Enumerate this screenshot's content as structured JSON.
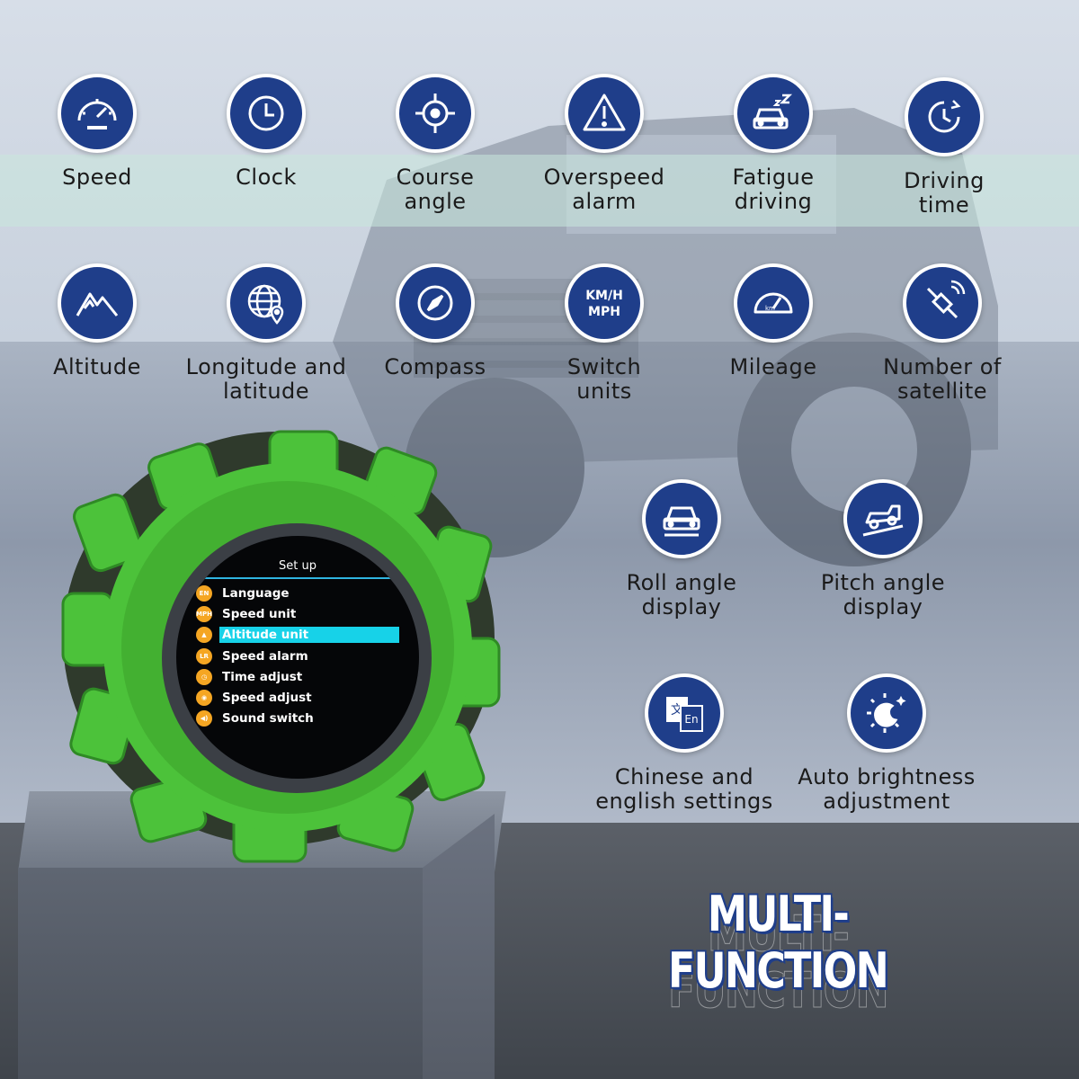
{
  "features": [
    {
      "id": "speed",
      "label": "Speed",
      "icon": "speedometer-icon"
    },
    {
      "id": "clock",
      "label": "Clock",
      "icon": "clock-icon"
    },
    {
      "id": "course-angle",
      "label": "Course\nangle",
      "icon": "crosshair-icon"
    },
    {
      "id": "overspeed-alarm",
      "label": "Overspeed\nalarm",
      "icon": "warning-icon"
    },
    {
      "id": "fatigue-driving",
      "label": "Fatigue\ndriving",
      "icon": "sleeping-car-icon"
    },
    {
      "id": "driving-time",
      "label": "Driving\ntime",
      "icon": "timer-icon"
    },
    {
      "id": "altitude",
      "label": "Altitude",
      "icon": "mountain-icon"
    },
    {
      "id": "longitude-latitude",
      "label": "Longitude and\nlatitude",
      "icon": "globe-pin-icon"
    },
    {
      "id": "compass",
      "label": "Compass",
      "icon": "compass-icon"
    },
    {
      "id": "switch-units",
      "label": "Switch\nunits",
      "icon": "units-icon",
      "icon_text": [
        "KM/H",
        "MPH"
      ]
    },
    {
      "id": "mileage",
      "label": "Mileage",
      "icon": "odometer-icon",
      "icon_text": [
        "km"
      ]
    },
    {
      "id": "number-of-satellite",
      "label": "Number of\nsatellite",
      "icon": "satellite-icon"
    },
    {
      "id": "roll-angle",
      "label": "Roll angle\ndisplay",
      "icon": "car-roll-icon"
    },
    {
      "id": "pitch-angle",
      "label": "Pitch angle\ndisplay",
      "icon": "car-pitch-icon"
    },
    {
      "id": "language",
      "label": "Chinese and\nenglish settings",
      "icon": "translate-icon",
      "icon_text": [
        "文",
        "En"
      ]
    },
    {
      "id": "brightness",
      "label": "Auto brightness\nadjustment",
      "icon": "brightness-icon"
    }
  ],
  "device": {
    "screen_title": "Set up",
    "menu": [
      {
        "badge": "EN",
        "label": "Language",
        "active": false
      },
      {
        "badge": "MPH",
        "label": "Speed unit",
        "active": false
      },
      {
        "badge": "▲",
        "label": "Altitude unit",
        "active": true
      },
      {
        "badge": "LR",
        "label": "Speed alarm",
        "active": false
      },
      {
        "badge": "◷",
        "label": "Time adjust",
        "active": false
      },
      {
        "badge": "◉",
        "label": "Speed adjust",
        "active": false
      },
      {
        "badge": "◀)",
        "label": "Sound switch",
        "active": false
      }
    ]
  },
  "headline": "MULTI-FUNCTION",
  "colors": {
    "icon_bg": "#1f3e8a",
    "device_green": "#4cc23a",
    "highlight": "#17d2e8",
    "badge": "#f5a623"
  }
}
